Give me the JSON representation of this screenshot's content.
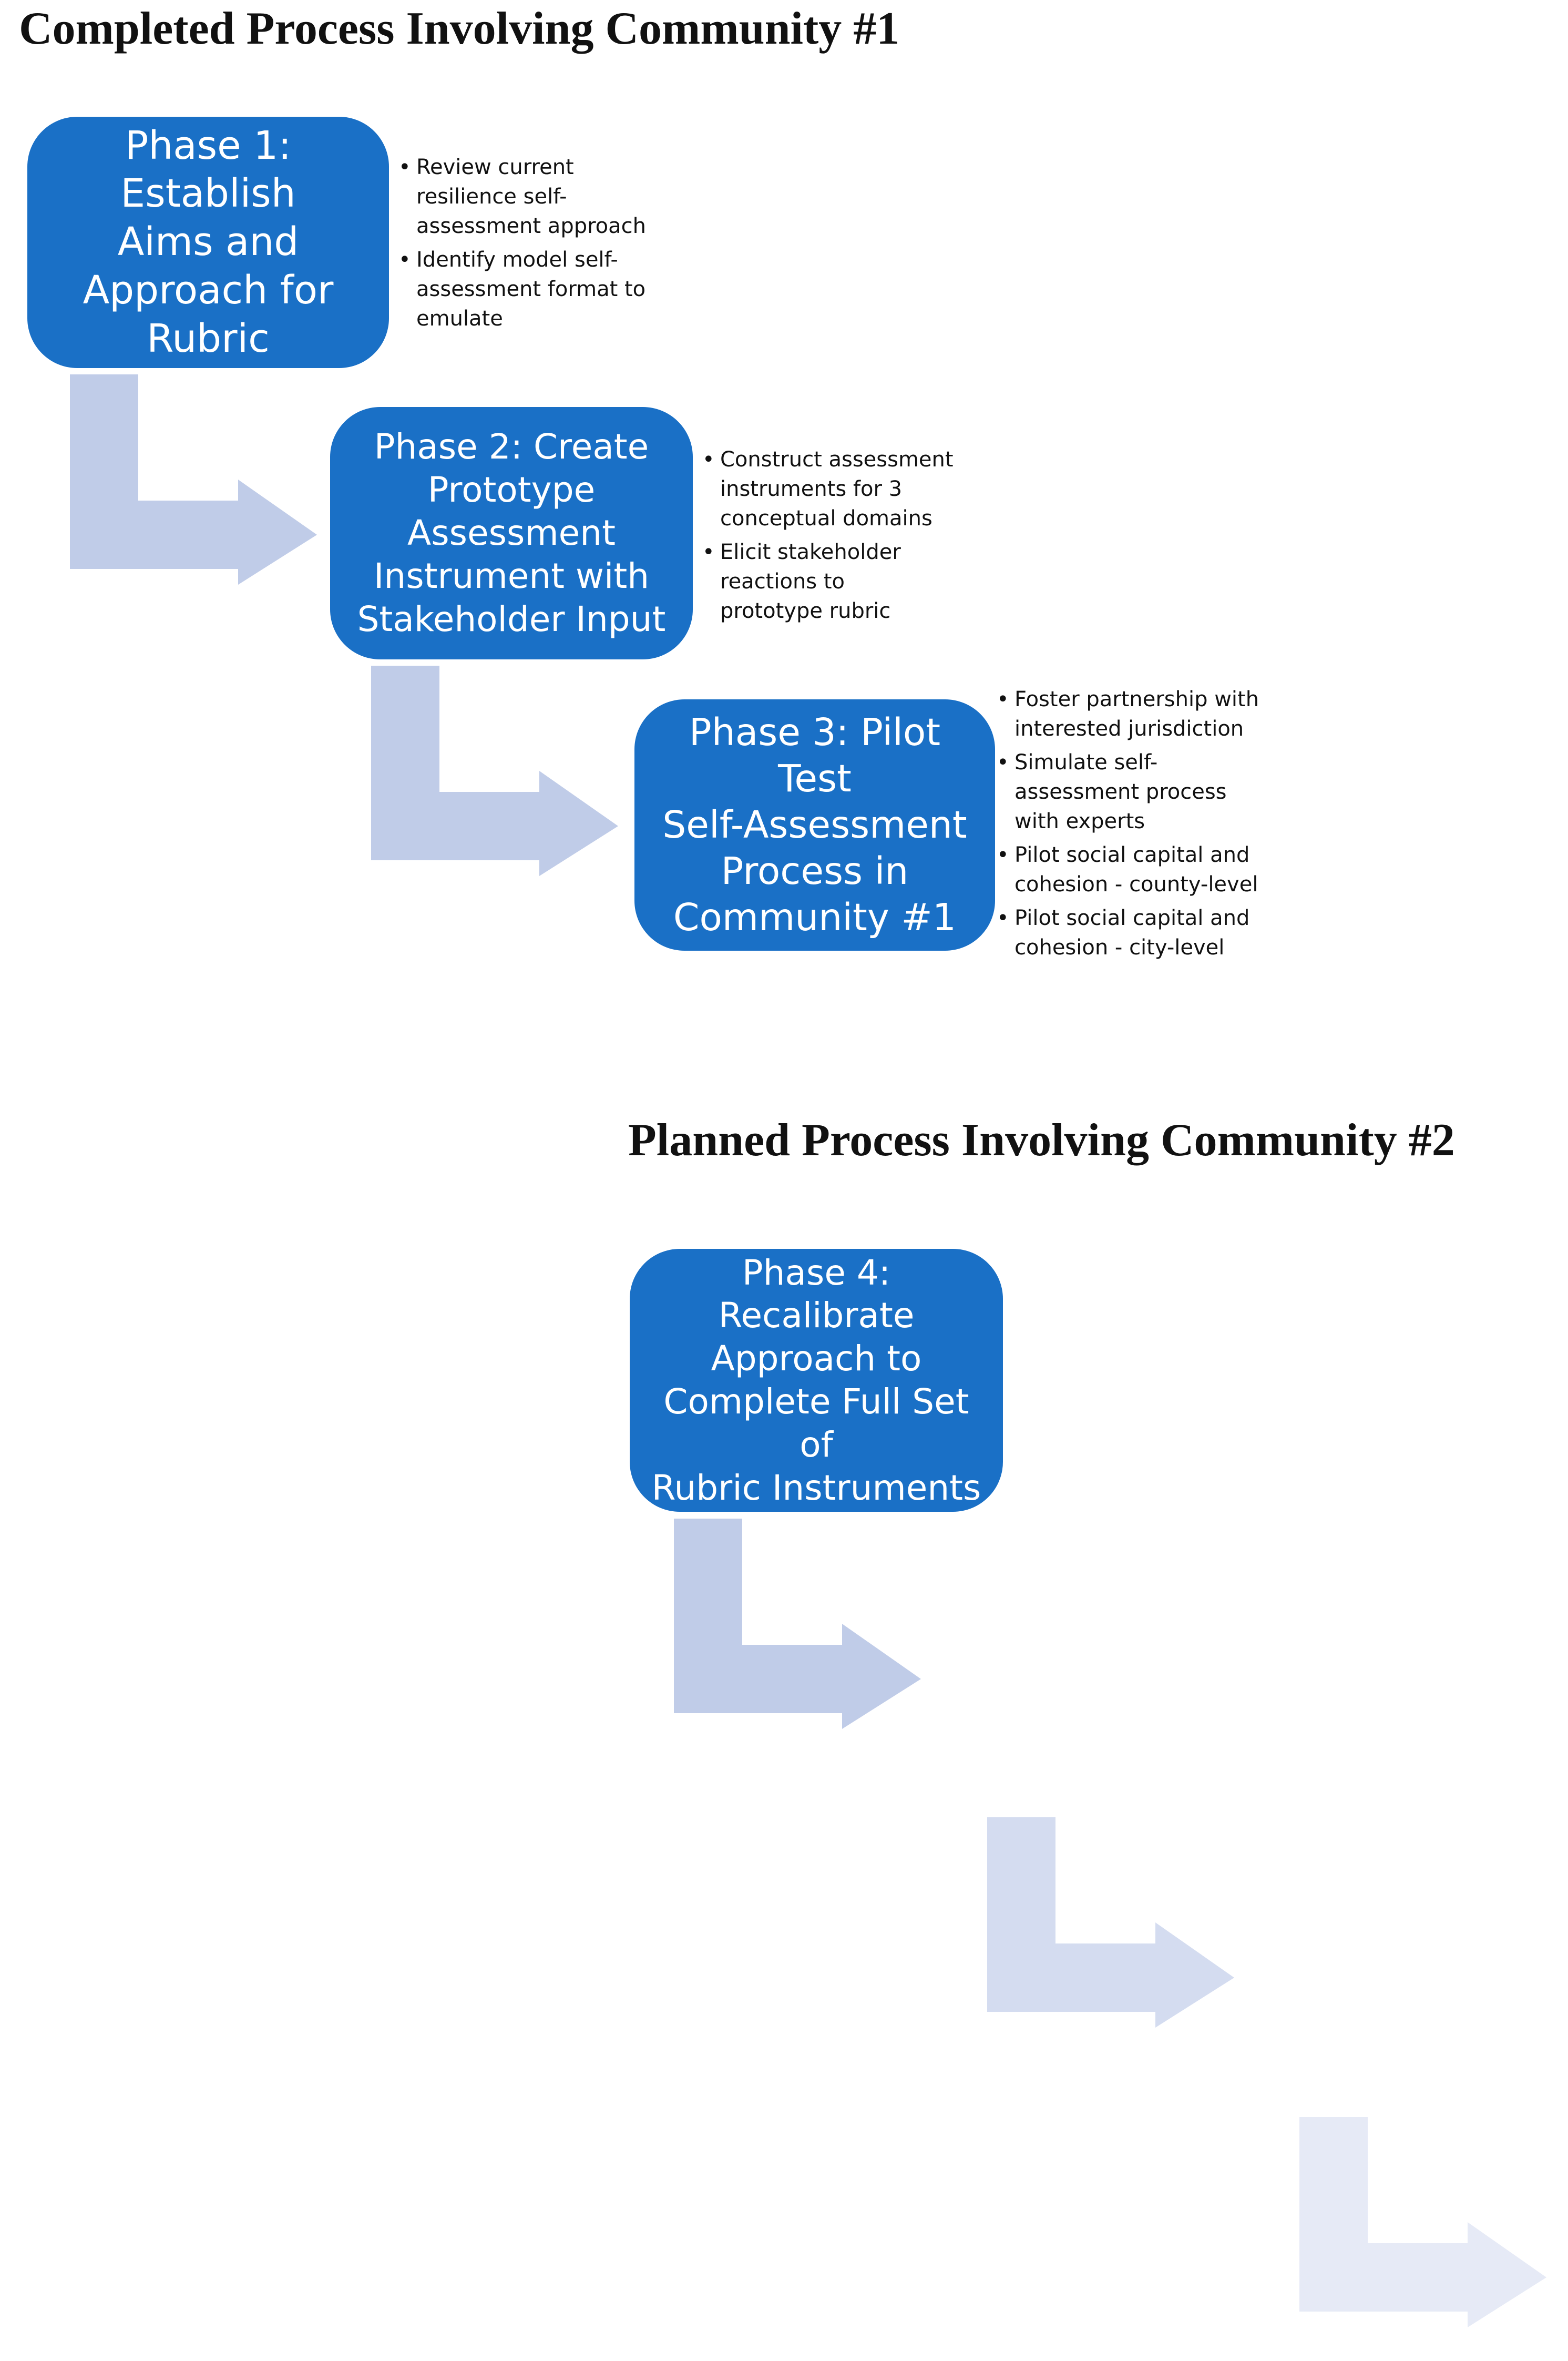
{
  "headings": {
    "completed": "Completed Process Involving Community #1",
    "planned": "Planned Process Involving Community #2"
  },
  "phases": [
    {
      "label": "Phase 1: Establish\nAims and\nApproach for\nRubric",
      "bullets": [
        "Review current\nresilience self-\nassessment approach",
        "Identify model self-\nassessment format to\nemulate"
      ]
    },
    {
      "label": "Phase 2: Create\nPrototype\nAssessment\nInstrument with\nStakeholder Input",
      "bullets": [
        "Construct assessment\ninstruments for 3\nconceptual domains",
        "Elicit stakeholder\nreactions to\nprototype rubric"
      ]
    },
    {
      "label": "Phase 3: Pilot Test\nSelf-Assessment\nProcess in\nCommunity #1",
      "bullets": [
        "Foster partnership with\ninterested jurisdiction",
        "Simulate self-\nassessment process\nwith experts",
        "Pilot social capital and\ncohesion - county-level",
        "Pilot social capital and\ncohesion - city-level"
      ]
    },
    {
      "label": "Phase 4: Recalibrate\nApproach to\nComplete Full Set of\nRubric Instruments",
      "bullets": []
    }
  ],
  "colors": {
    "phase_box": "#1a70c6",
    "arrow_strong": "#c0cce8",
    "arrow_medium": "#d4dcf0",
    "arrow_light": "#e6eaf6"
  }
}
